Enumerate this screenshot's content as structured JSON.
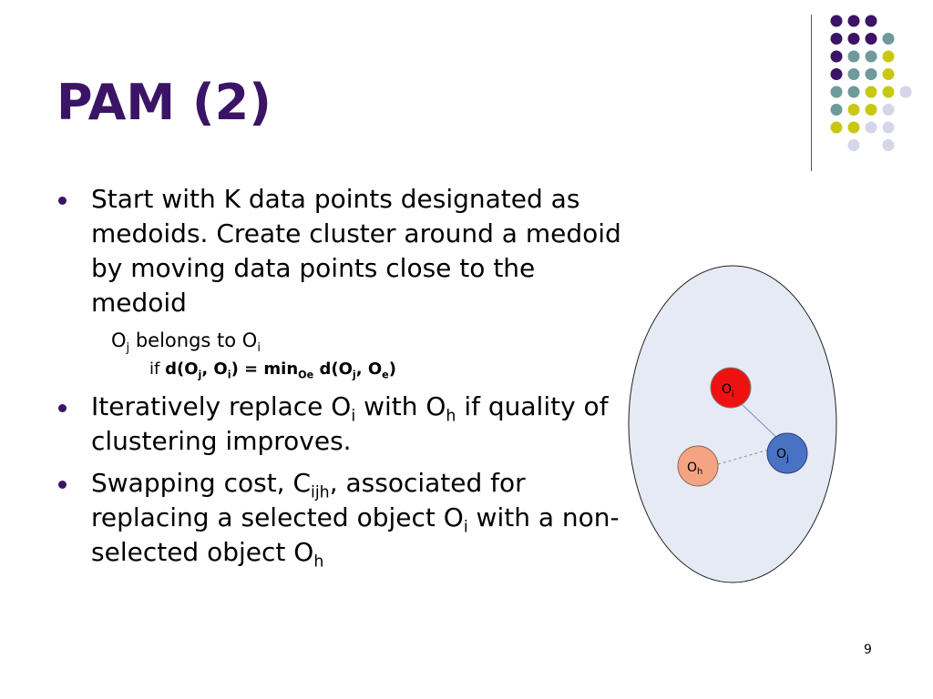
{
  "slide": {
    "title": "PAM (2)",
    "page_number": "9",
    "accent_color": "#3B1466",
    "bullets": [
      {
        "text": "Start with K data points designated as medoids. Create cluster around a medoid by moving data points close to the medoid"
      },
      {
        "prefix": "Iteratively replace O",
        "sub_1": "i",
        "middle": " with O",
        "sub_2": "h",
        "suffix": " if quality of clustering improves."
      },
      {
        "prefix": "Swapping cost, C",
        "sub_1": "ijh",
        "middle": ", associated for replacing a selected object O",
        "sub_2": "i",
        "suffix_before": " with a non-selected object O",
        "sub_3": "h"
      }
    ],
    "sub1": {
      "o": "O",
      "sub_j": "j",
      "text": " belongs to O",
      "sub_i": "i"
    },
    "sub2": {
      "if": "if",
      "d_open": "d(O",
      "sub_j": "j",
      "comma_o": ", O",
      "sub_i": "i",
      "eq_min": ") = min",
      "sub_oe": "Oe",
      "d2_open": " d(O",
      "sub_j2": "j",
      "comma_o2": ", O",
      "sub_e": "e",
      "close": ")"
    }
  },
  "diagram": {
    "node_oi": {
      "base": "O",
      "sub": "i",
      "color": "#EE1111"
    },
    "node_oj": {
      "base": "O",
      "sub": "j",
      "color": "#4A72C4"
    },
    "node_oh": {
      "base": "O",
      "sub": "h",
      "color": "#F4A383"
    },
    "cluster_fill": "#E6EAF5"
  },
  "decoration": {
    "dot_colors": [
      "#3B1466",
      "#6E9A99",
      "#C8C812",
      "#D5D6E8"
    ]
  }
}
